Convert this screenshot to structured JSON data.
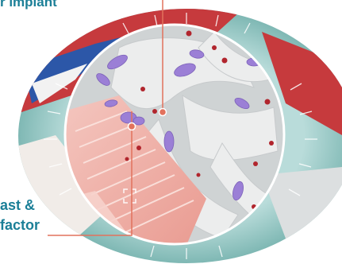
{
  "labels": {
    "top": "r implant",
    "bottom_line1": "ast &",
    "bottom_line2": "factor"
  },
  "colors": {
    "label": "#1b7f97",
    "ring": "#8fc6c2",
    "implant_red": "#c63a3d",
    "implant_blue": "#2c57a8",
    "bone": "#e9eaea",
    "cell_purple": "#9b7fd6",
    "dot_red": "#b1252d",
    "callout_line": "#e2725d"
  }
}
